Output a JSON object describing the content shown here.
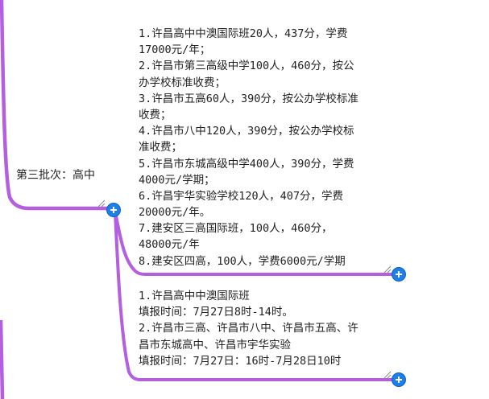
{
  "colors": {
    "branch": "#b45ee0",
    "expand_button": "#1e7fe8"
  },
  "main_node": {
    "label": "第三批次：高中"
  },
  "children": [
    {
      "lines": [
        "1.许昌高中中澳国际班20人，437分，学费",
        "17000元/年；",
        "2.许昌市第三高级中学100人，460分，按公",
        "办学校标准收费；",
        "3.许昌市五高60人，390分，按公办学校标准",
        "收费；",
        "4.许昌市八中120人，390分，按公办学校标",
        "准收费；",
        "5.许昌市东城高级中学400人，390分，学费",
        "4000元/学期；",
        "6.许昌宇华实验学校120人，407分，学费",
        "20000元/年。",
        "7.建安区三高国际班，100人，460分，",
        "48000元/年",
        "8.建安区四高，100人，学费6000元/学期"
      ]
    },
    {
      "lines": [
        "1.许昌高中中澳国际班",
        "填报时间：7月27日8时-14时。",
        "2.许昌市三高、许昌市八中、许昌市五高、许",
        "昌市东城高中、许昌市宇华实验",
        "填报时间：7月27日：16时-7月28日10时"
      ]
    }
  ]
}
